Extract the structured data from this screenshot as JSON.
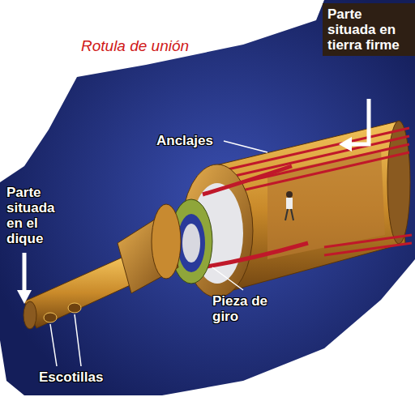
{
  "diagram": {
    "title": "Rotula de unión",
    "nodes": [
      {
        "text": [
          "Parte situada en tierra firme"
        ]
      }
    ],
    "labels": [
      "Anclajes",
      "Parte situada en el dique",
      "Pieza de giro",
      "Escotillas"
    ]
  }
}
